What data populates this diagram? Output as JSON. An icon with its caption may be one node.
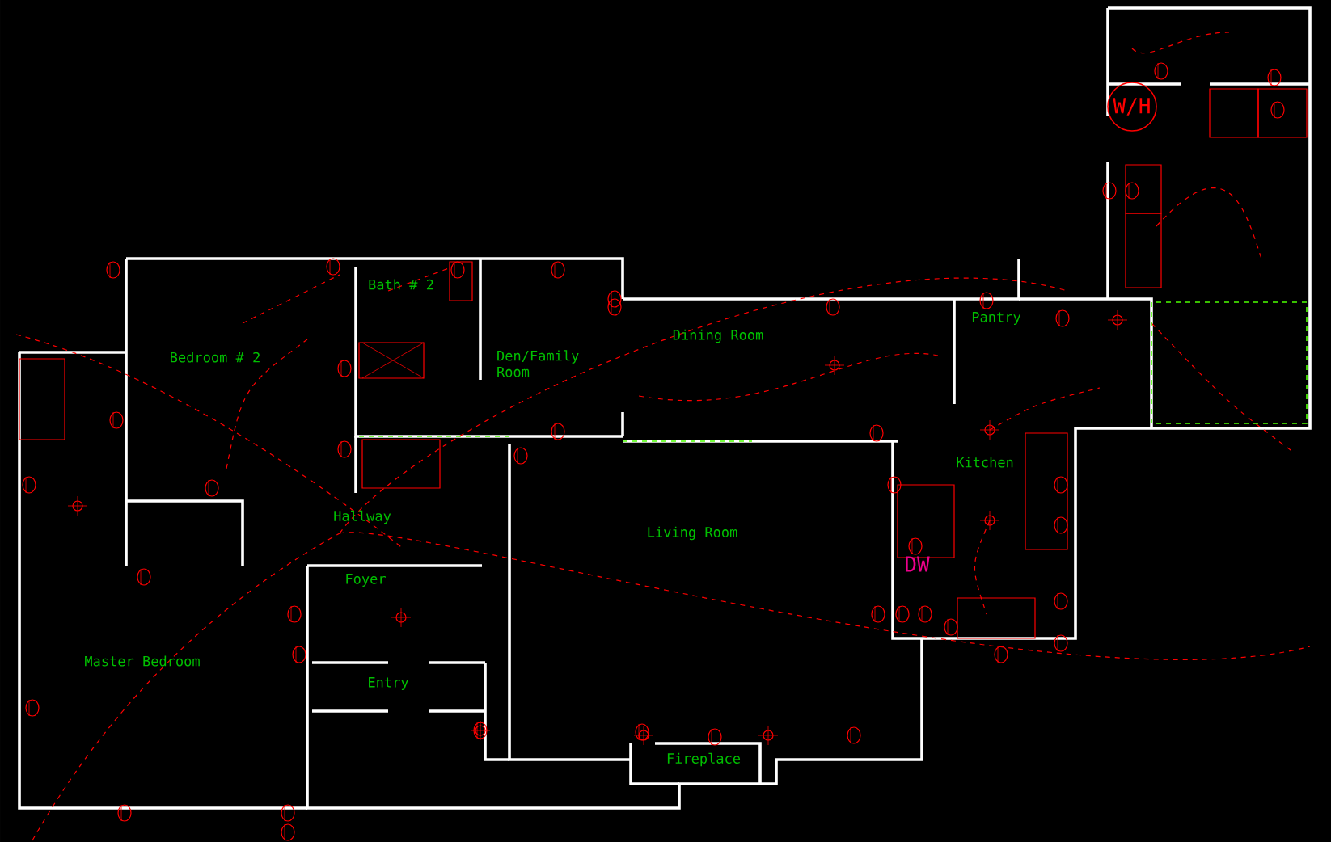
{
  "diagram": {
    "nodes": [
      {
        "text": [
          "W/H"
        ]
      }
    ],
    "edges": [],
    "labels": [
      "Bedroom # 2",
      "Bath # 2",
      "Den/Family Room",
      "Dining Room",
      "Pantry",
      "Hallway",
      "Kitchen",
      "Living Room",
      "DW",
      "Foyer",
      "Master Bedroom",
      "Entry",
      "Fireplace"
    ]
  }
}
